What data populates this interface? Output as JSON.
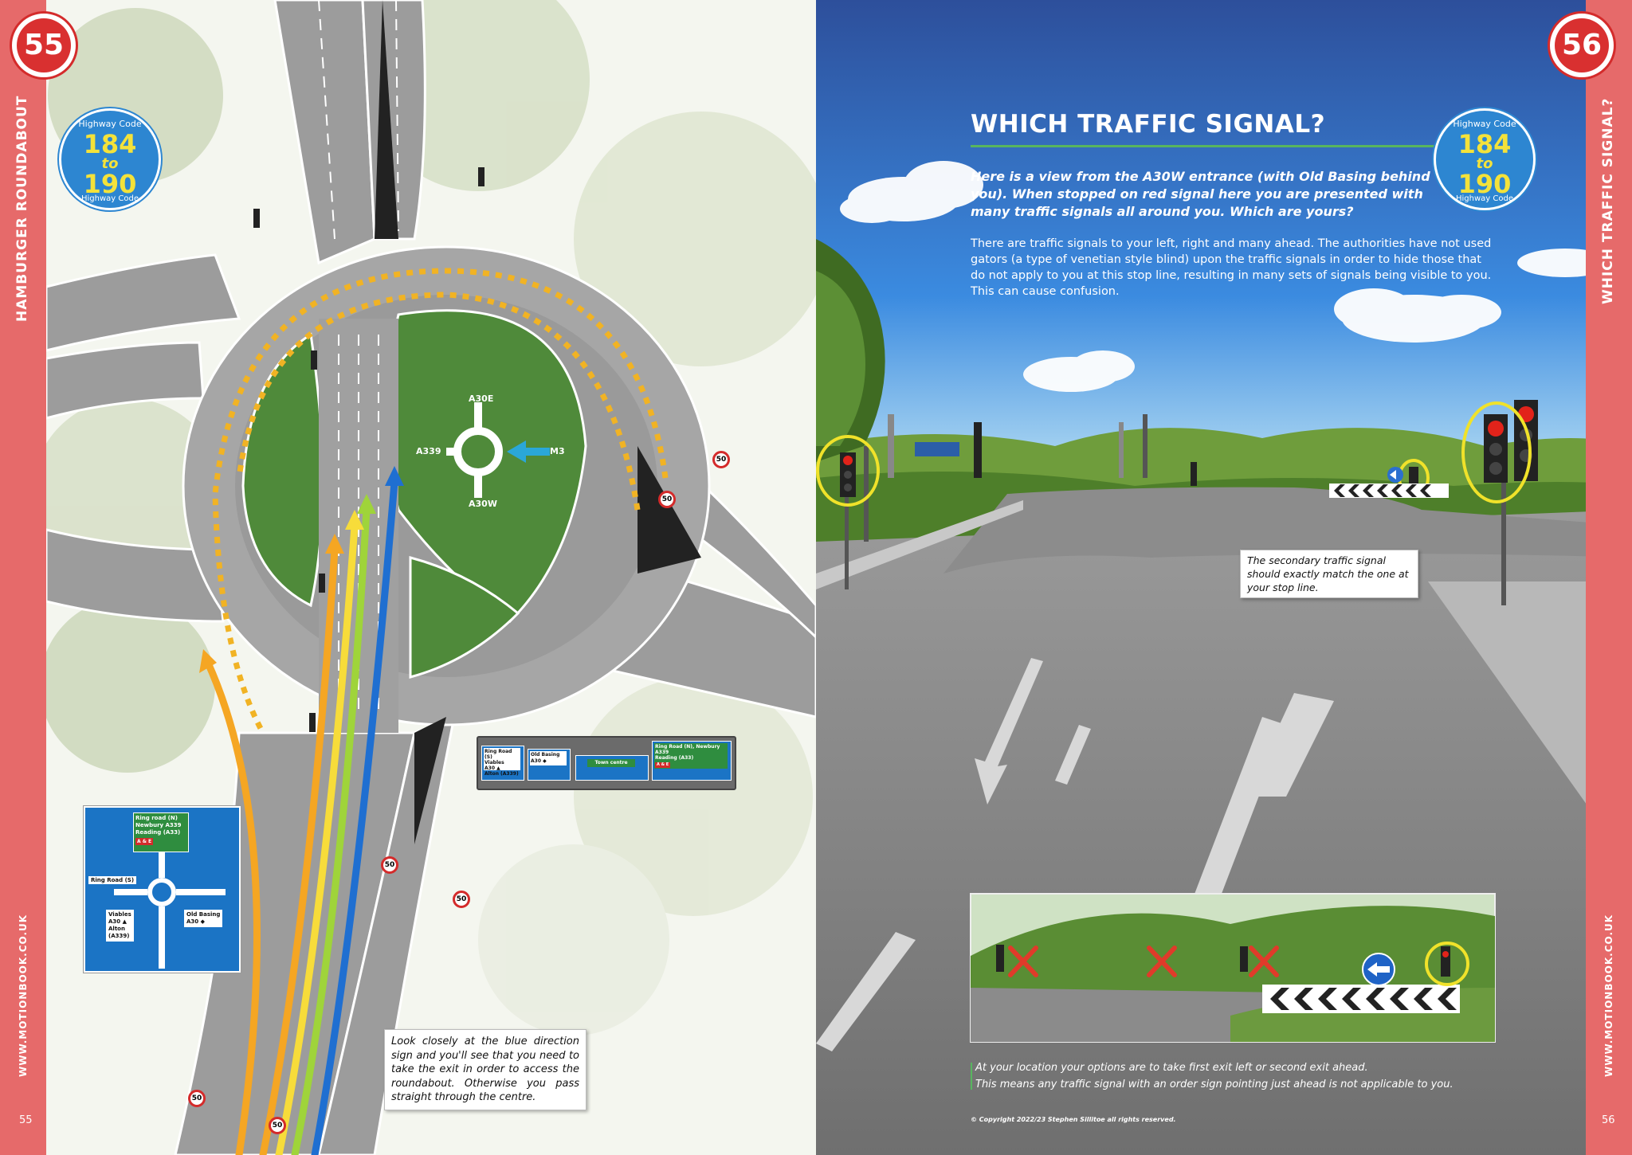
{
  "left_page": {
    "page_number": "55",
    "section_title": "HAMBURGER ROUNDABOUT",
    "website": "WWW.MOTIONBOOK.CO.UK",
    "folio": "55",
    "highway_code_badge": {
      "top_text": "Highway Code",
      "from": "184",
      "to_word": "to",
      "to": "190",
      "bottom_text": "Highway Code"
    },
    "callout": "Look closely at the blue direction sign and you'll see that you need to take the exit in order to access the roundabout. Otherwise you pass straight through the centre.",
    "diagram_labels": {
      "roundabout_north": "A30E",
      "roundabout_west": "A339",
      "roundabout_east": "M3",
      "roundabout_south": "A30W",
      "speed_limit": "50"
    },
    "map_sign": {
      "top_lines": [
        "Ring road (N)",
        "Newbury A339",
        "Reading (A33)"
      ],
      "hospital": "A & E",
      "left": "Ring Road (S)",
      "bottom_left": [
        "Viables",
        "A30 ▲",
        "Alton",
        "(A339)"
      ],
      "bottom_right": [
        "Old Basing",
        "A30 ◆"
      ]
    },
    "gantry_sign": {
      "panel1": [
        "Ring Road (S)",
        "Viables",
        "A30 ▲",
        "Alton (A339)"
      ],
      "panel2": [
        "Old Basing",
        "A30 ◆"
      ],
      "panel3": "Town centre",
      "panel4": [
        "Ring Road (N), Newbury A339",
        "Reading (A33)"
      ],
      "hospital": "A & E"
    }
  },
  "right_page": {
    "page_number": "56",
    "section_title": "WHICH TRAFFIC SIGNAL?",
    "website": "WWW.MOTIONBOOK.CO.UK",
    "folio": "56",
    "title": "WHICH TRAFFIC SIGNAL?",
    "intro": "Here is a view from the A30W entrance (with Old Basing behind you). When stopped on red signal here you are presented with many traffic signals all around you. Which are yours?",
    "body": "There are traffic signals to your left, right and many ahead. The authorities have not used gators (a type of venetian style blind) upon the traffic signals in order to hide those that do not apply to you at this stop line, resulting in many sets of signals being visible to you. This can cause confusion.",
    "callout": "The secondary traffic signal should exactly match the one at your stop line.",
    "caption_line1": "At your location your options are to take first exit left or second exit ahead.",
    "caption_line2": "This means any traffic signal with an order sign pointing just ahead is not applicable to you.",
    "copyright": "© Copyright 2022/23 Stephen Sillitoe all rights reserved.",
    "highway_code_badge": {
      "top_text": "Highway Code",
      "from": "184",
      "to_word": "to",
      "to": "190",
      "bottom_text": "Highway Code"
    }
  },
  "colors": {
    "band": "#e66a6a",
    "badge_red": "#d93030",
    "sky_top": "#2f5fa8",
    "grass": "#5c8f35",
    "road": "#8a8a8a",
    "signal_highlight": "#f0e22a",
    "rule_green": "#58b55f"
  }
}
